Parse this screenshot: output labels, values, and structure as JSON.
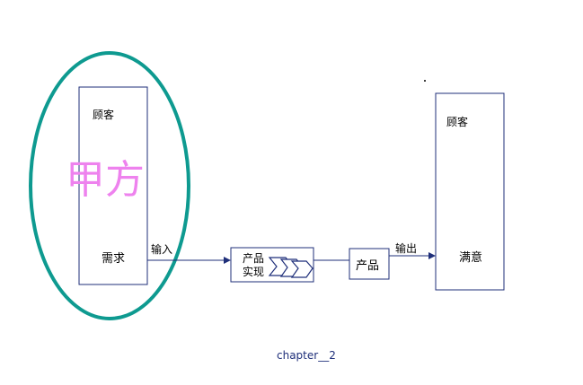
{
  "diagram": {
    "left_customer": {
      "title": "顾客",
      "overlay": "甲方",
      "need": "需求"
    },
    "input_label": "输入",
    "process": {
      "line1": "产品",
      "line2": "实现"
    },
    "product": "产品",
    "output_label": "输出",
    "right_customer": {
      "title": "顾客",
      "satisfaction": "满意"
    },
    "footer": "chapter__2"
  },
  "colors": {
    "box_stroke": "#1f2f7a",
    "arrow": "#1f2f7a",
    "ellipse": "#0e9a90",
    "overlay_text": "#ee82ee",
    "footer_text": "#1f2f7a"
  }
}
